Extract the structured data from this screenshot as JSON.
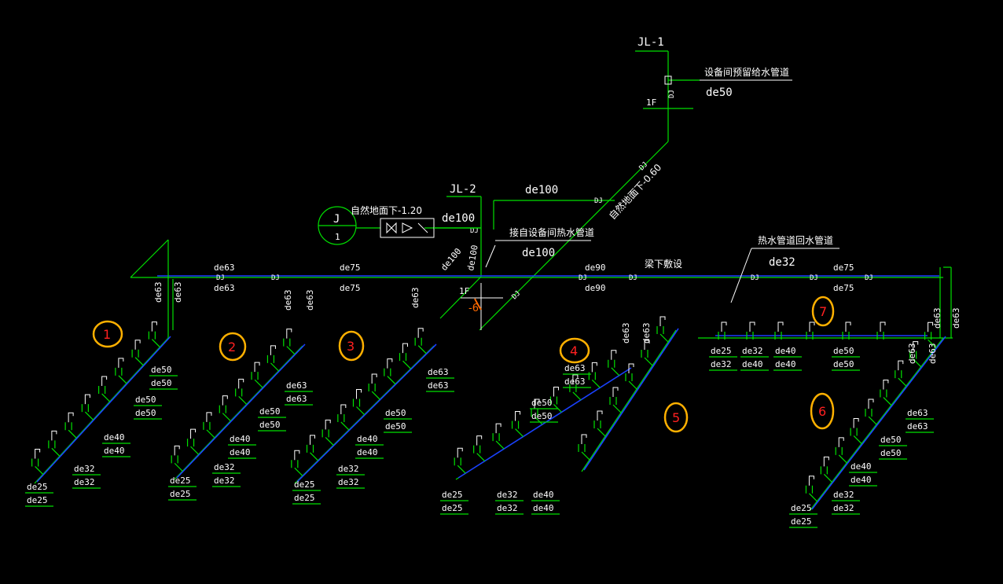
{
  "colors": {
    "background": "#000000",
    "pipe_green": "#00e000",
    "pipe_blue": "#1a3cff",
    "marker_orange": "#ffb000",
    "marker_red": "#ff2020"
  },
  "riser_labels": {
    "jl1": "JL-1",
    "jl2": "JL-2",
    "floor1": "1F",
    "floor1b": "1F",
    "el": "-6"
  },
  "notes": {
    "equip_room": "设备间预留给水管道",
    "de50_top": "de50",
    "buried_060": "自然地面下-0.60",
    "buried_120": "自然地面下-1.20",
    "de100_a": "de100",
    "de100_b": "de100",
    "hot_from_equip": "接自设备间热水管道",
    "de100_c": "de100",
    "under_beam": "梁下敷设",
    "hot_return": "热水管道回水管道",
    "de32_top": "de32",
    "meter": "J",
    "meter_num": "1",
    "de100_d": "de100",
    "de100_e": "de100"
  },
  "main_line": {
    "de63_a1": "de63",
    "de63_a2": "de63",
    "de75_a1": "de75",
    "de75_a2": "de75",
    "de90_a1": "de90",
    "de90_a2": "de90",
    "de75_b1": "de75",
    "de75_b2": "de75",
    "dj": "DJ"
  },
  "markers": [
    "1",
    "2",
    "3",
    "4",
    "5",
    "6",
    "7"
  ],
  "branch_sizes": {
    "de25": "de25",
    "de32": "de32",
    "de40": "de40",
    "de50": "de50",
    "de63": "de63"
  }
}
